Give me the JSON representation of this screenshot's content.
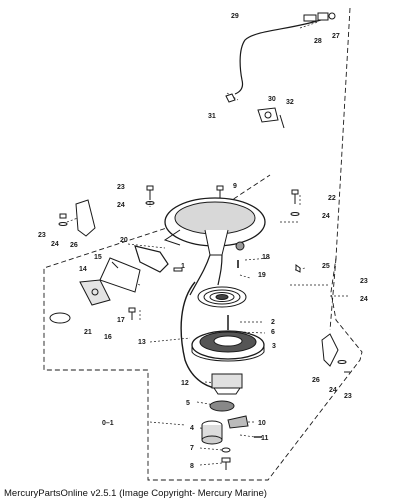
{
  "caption": "MercuryPartsOnline v2.5.1 (Image Copyright- Mercury Marine)",
  "callouts": {
    "c29": "29",
    "c28": "28",
    "c27": "27",
    "c30": "30",
    "c31": "31",
    "c32": "32",
    "c23a": "23",
    "c24a": "24",
    "c9": "9",
    "c22": "22",
    "c24b": "24",
    "c23b": "23",
    "c24c": "24",
    "c26a": "26",
    "c20": "20",
    "c18": "18",
    "c25": "25",
    "c14": "14",
    "c15": "15",
    "c1": "1",
    "c19": "19",
    "c23c": "23",
    "c24d": "24",
    "c17": "17",
    "c2": "2",
    "c6": "6",
    "c21": "21",
    "c16": "16",
    "c13": "13",
    "c3": "3",
    "c26b": "26",
    "c24e": "24",
    "c23d": "23",
    "c12": "12",
    "c5": "5",
    "c10": "10",
    "c0_1": "0–1",
    "c4": "4",
    "c11": "11",
    "c7": "7",
    "c8": "8"
  }
}
